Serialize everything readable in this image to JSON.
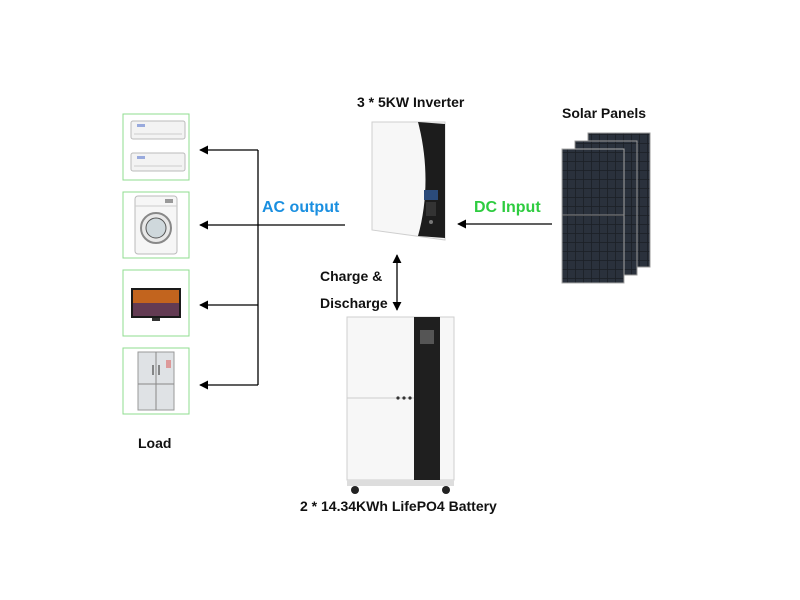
{
  "labels": {
    "inverter": "3 * 5KW Inverter",
    "solar": "Solar Panels",
    "ac_output": "AC output",
    "dc_input": "DC Input",
    "charge_line1": "Charge &",
    "charge_line2": "Discharge",
    "load": "Load",
    "battery": "2 * 14.34KWh LifePO4 Battery"
  },
  "icons": {
    "load_items": [
      "air-conditioner-icon",
      "washing-machine-icon",
      "television-icon",
      "refrigerator-icon"
    ],
    "inverter": "inverter-icon",
    "solar": "solar-panel-icon",
    "battery": "battery-cabinet-icon"
  },
  "colors": {
    "ac_output": "#1a8fe0",
    "dc_input": "#2ecc40",
    "load_border": "#8fdc8f",
    "arrow": "#000000",
    "cabinet_dark": "#222222",
    "panel_cells": "#1b1f26"
  }
}
